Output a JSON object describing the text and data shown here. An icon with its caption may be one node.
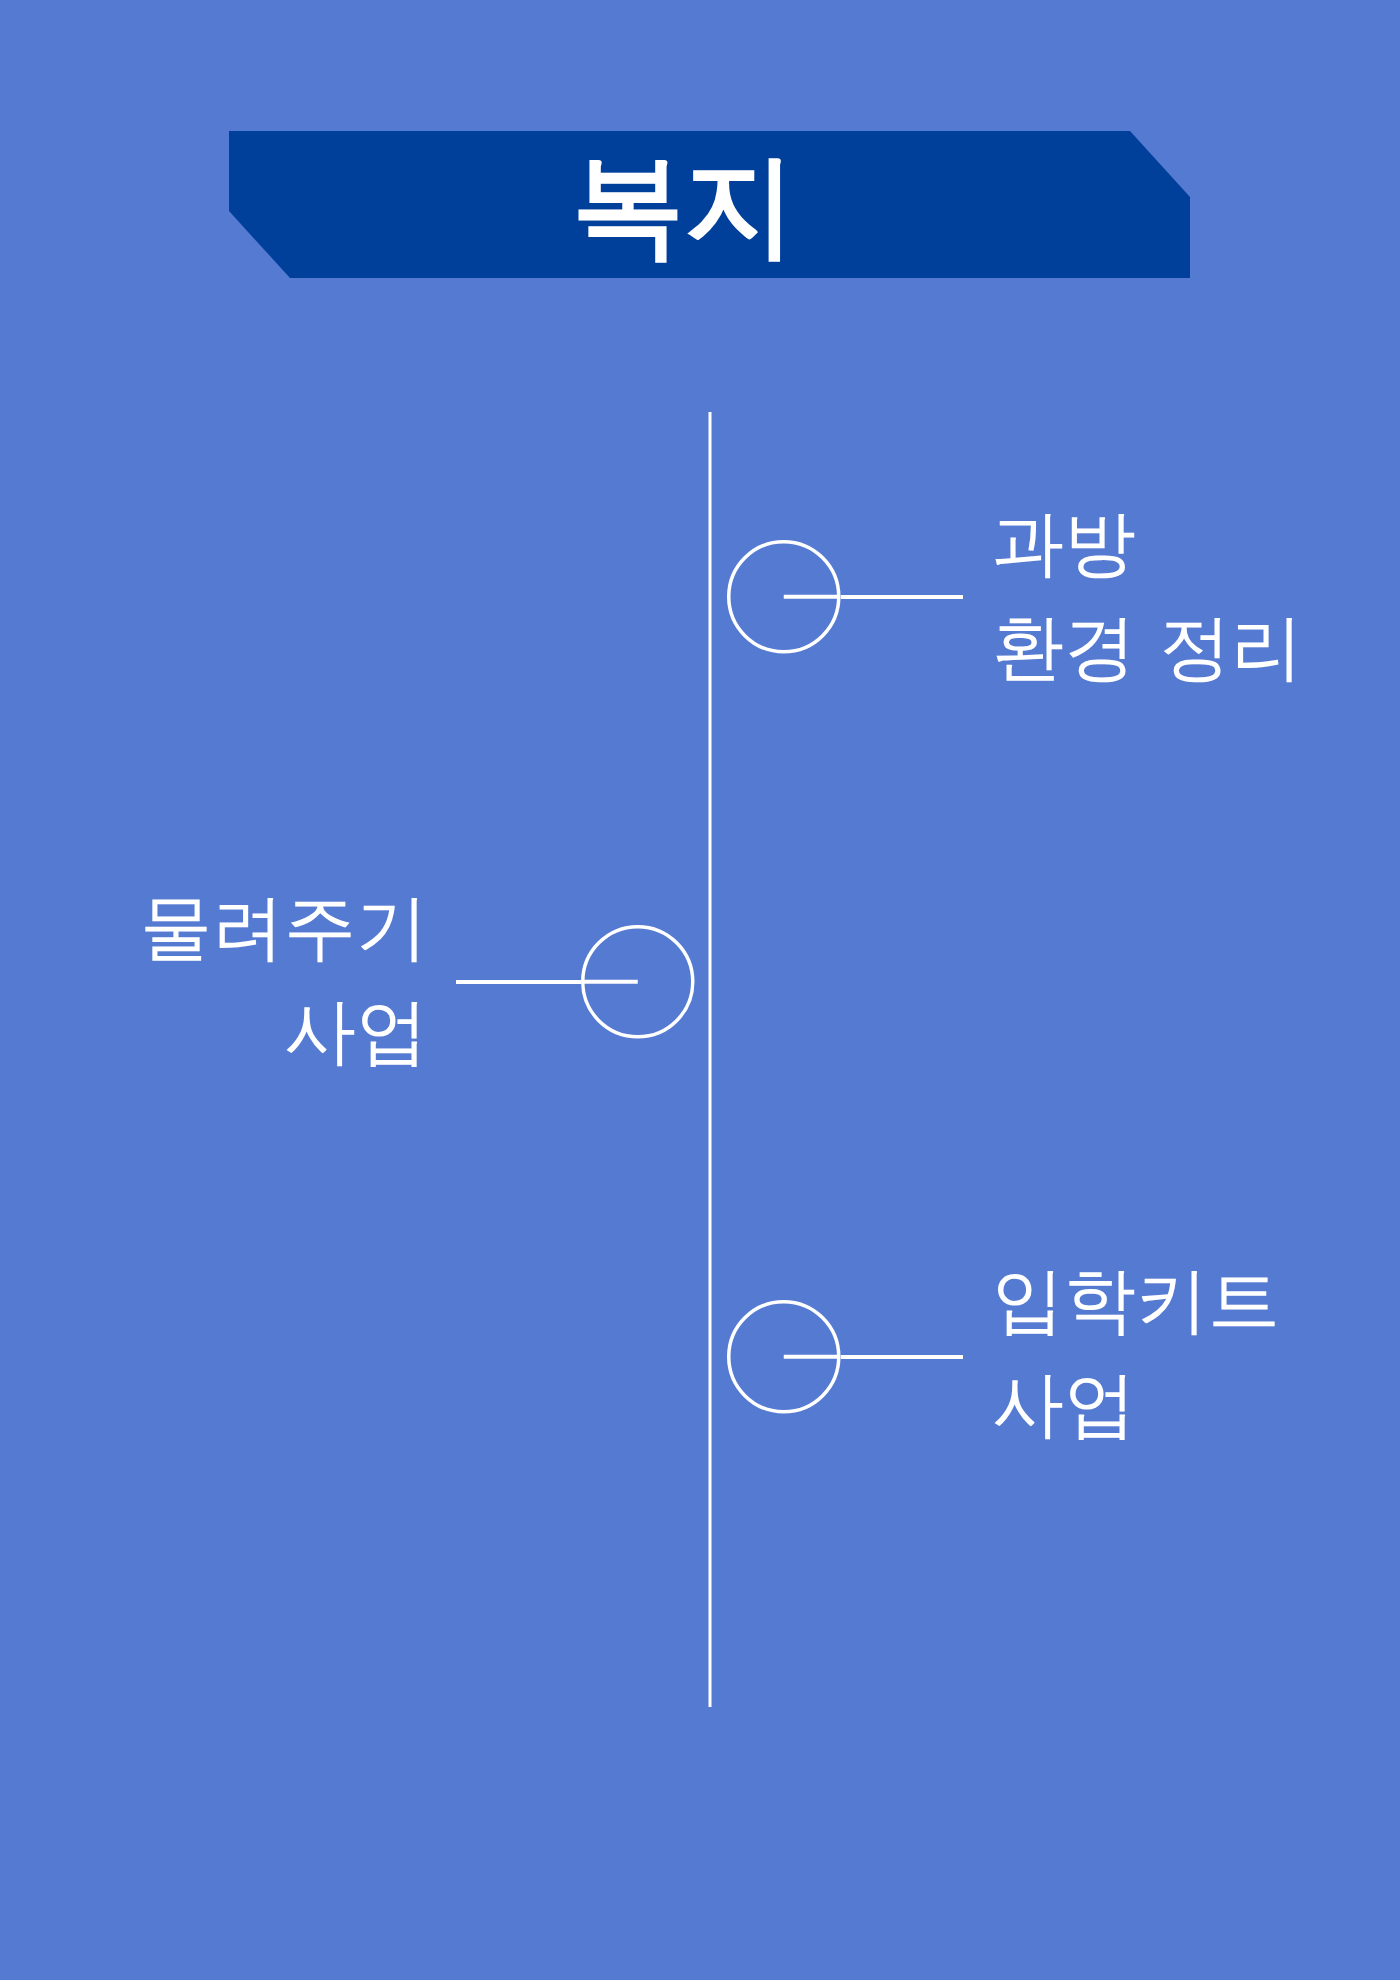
{
  "diagram": {
    "title": "복지",
    "nodes": [
      {
        "text": [],
        "shape": "circle"
      },
      {
        "text": [
          "과방 환경 정리"
        ]
      },
      {
        "text": [
          "물려주기 사업"
        ]
      },
      {
        "text": [],
        "shape": "circle"
      },
      {
        "text": [],
        "shape": "circle"
      },
      {
        "text": [
          "입학키트 사업"
        ]
      }
    ],
    "edges": [
      {
        "from": 1,
        "to": 0,
        "arrow": "none"
      },
      {
        "from": 2,
        "to": 3,
        "arrow": "none"
      },
      {
        "from": 5,
        "to": 4,
        "arrow": "none"
      }
    ]
  }
}
